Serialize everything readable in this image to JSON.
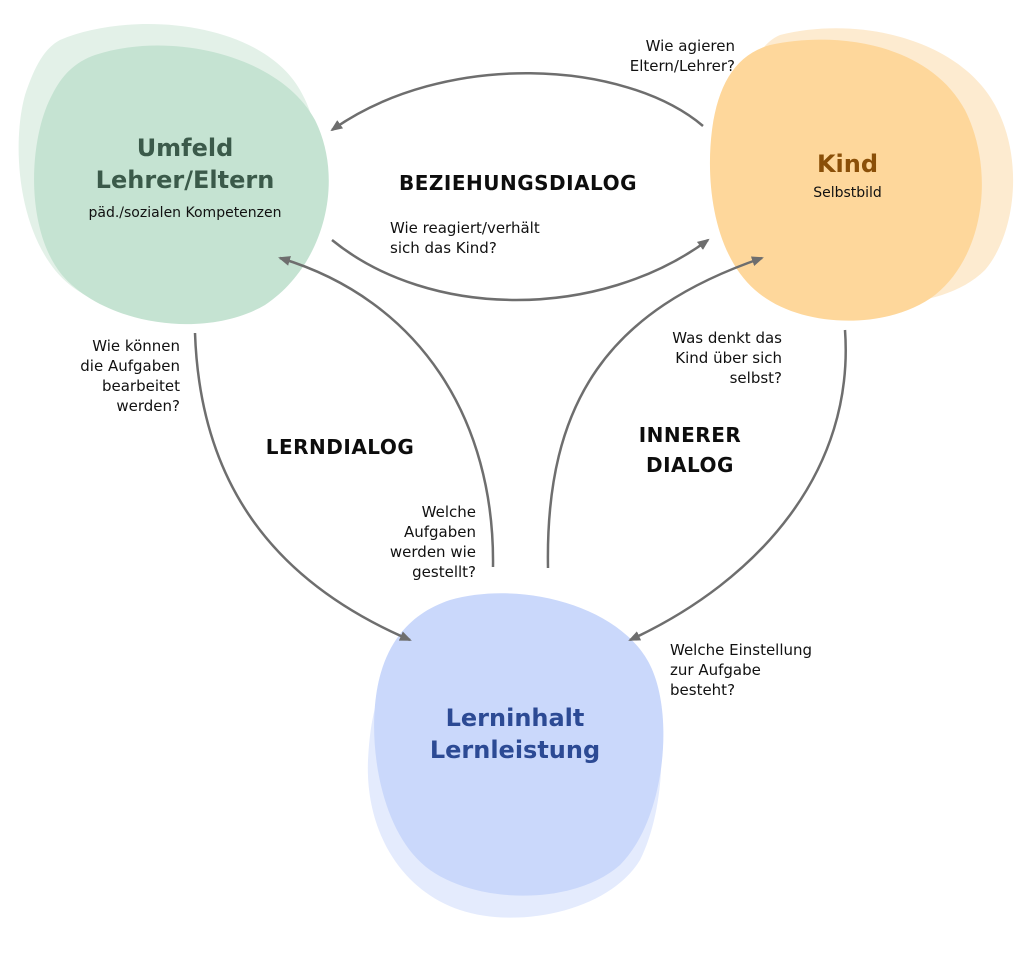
{
  "colors": {
    "umfeld_blob": "#c5e3d2",
    "umfeld_blob_back": "#e3f1e8",
    "umfeld_title": "#3b5a4a",
    "kind_blob": "#fed79b",
    "kind_blob_back": "#fdebd0",
    "kind_title": "#8a4f08",
    "lern_blob": "#cad8fb",
    "lern_blob_back": "#e4ebfd",
    "lern_title": "#2c4a94",
    "arrow": "#6e6e6e"
  },
  "nodes": {
    "umfeld": {
      "title_line1": "Umfeld",
      "title_line2": "Lehrer/Eltern",
      "subtitle": "päd./sozialen Kompetenzen"
    },
    "kind": {
      "title": "Kind",
      "subtitle": "Selbstbild"
    },
    "lernen": {
      "title_line1": "Lerninhalt",
      "title_line2": "Lernleistung"
    }
  },
  "dialogs": {
    "beziehung": "BEZIEHUNGSDIALOG",
    "lern": "LERNDIALOG",
    "innerer_line1": "INNERER",
    "innerer_line2": "DIALOG"
  },
  "questions": {
    "eltern_agieren": [
      "Wie agieren",
      "Eltern/Lehrer?"
    ],
    "kind_reagiert": [
      "Wie reagiert/verhält",
      "sich das Kind?"
    ],
    "aufgaben_bearbeitet": [
      "Wie können",
      "die Aufgaben",
      "bearbeitet",
      "werden?"
    ],
    "aufgaben_gestellt": [
      "Welche",
      "Aufgaben",
      "werden wie",
      "gestellt?"
    ],
    "kind_denkt": [
      "Was denkt das",
      "Kind über sich",
      "selbst?"
    ],
    "einstellung": [
      "Welche Einstellung",
      "zur Aufgabe",
      "besteht?"
    ]
  }
}
